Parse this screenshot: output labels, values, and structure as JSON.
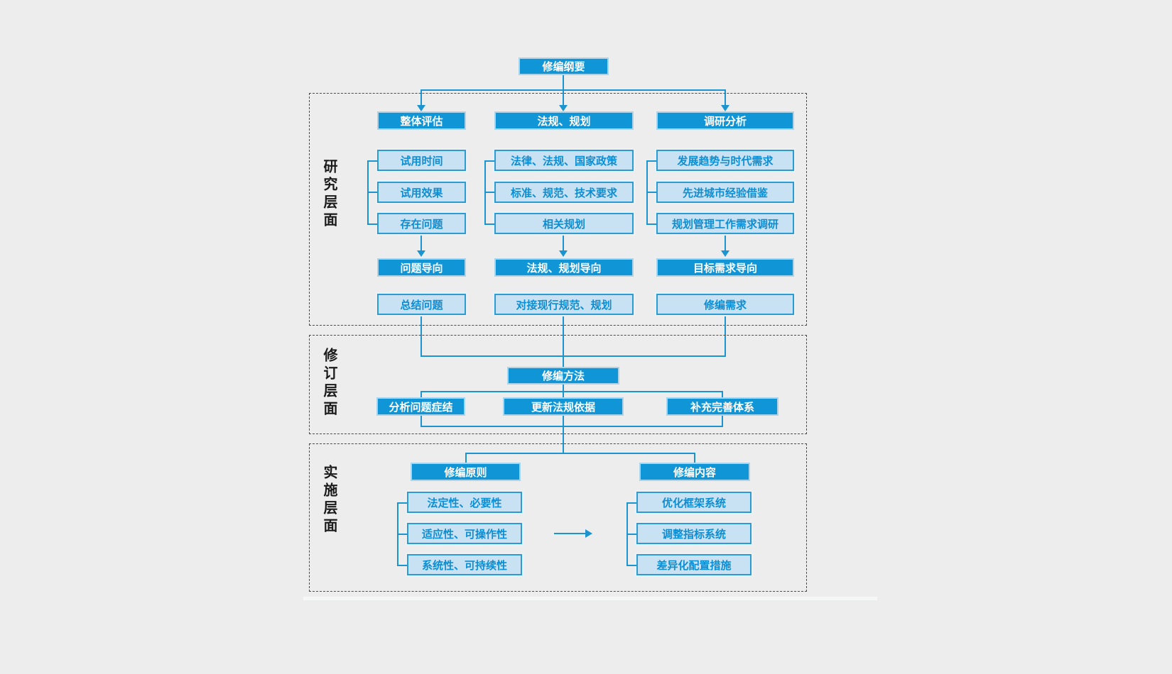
{
  "title_box": "修编纲要",
  "sections": {
    "research": {
      "label": "研究层面",
      "columns": [
        {
          "header": "整体评估",
          "items": [
            "试用时间",
            "试用效果",
            "存在问题"
          ],
          "orientation": "问题导向",
          "conclusion": "总结问题"
        },
        {
          "header": "法规、规划",
          "items": [
            "法律、法规、国家政策",
            "标准、规范、技术要求",
            "相关规划"
          ],
          "orientation": "法规、规划导向",
          "conclusion": "对接现行规范、规划"
        },
        {
          "header": "调研分析",
          "items": [
            "发展趋势与时代需求",
            "先进城市经验借鉴",
            "规划管理工作需求调研"
          ],
          "orientation": "目标需求导向",
          "conclusion": "修编需求"
        }
      ]
    },
    "revision": {
      "label": "修订层面",
      "method": "修编方法",
      "children": [
        "分析问题症结",
        "更新法规依据",
        "补充完善体系"
      ]
    },
    "implementation": {
      "label": "实施层面",
      "principles": {
        "header": "修编原则",
        "items": [
          "法定性、必要性",
          "适应性、可操作性",
          "系统性、可持续性"
        ]
      },
      "contents": {
        "header": "修编内容",
        "items": [
          "优化框架系统",
          "调整指标系统",
          "差异化配置措施"
        ]
      }
    }
  },
  "colors": {
    "background": "#ededed",
    "solid_fill": "#1095d6",
    "solid_border": "#a9d4ec",
    "light_fill": "#c9e2f3",
    "light_border": "#2e9ad2",
    "light_text": "#0c8ed4",
    "connector": "#1b94d0",
    "label_text": "#1a1a1a"
  }
}
